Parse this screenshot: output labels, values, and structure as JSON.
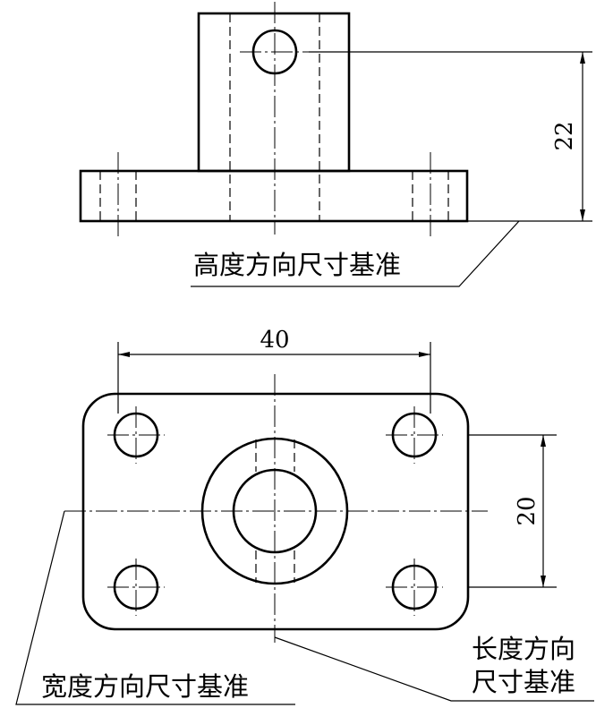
{
  "dimensions": {
    "height_top": "22",
    "length_plan": "40",
    "width_plan": "20"
  },
  "labels": {
    "height_datum": "高度方向尺寸基准",
    "width_datum": "宽度方向尺寸基准",
    "length_datum_line1": "长度方向",
    "length_datum_line2": "尺寸基准"
  }
}
